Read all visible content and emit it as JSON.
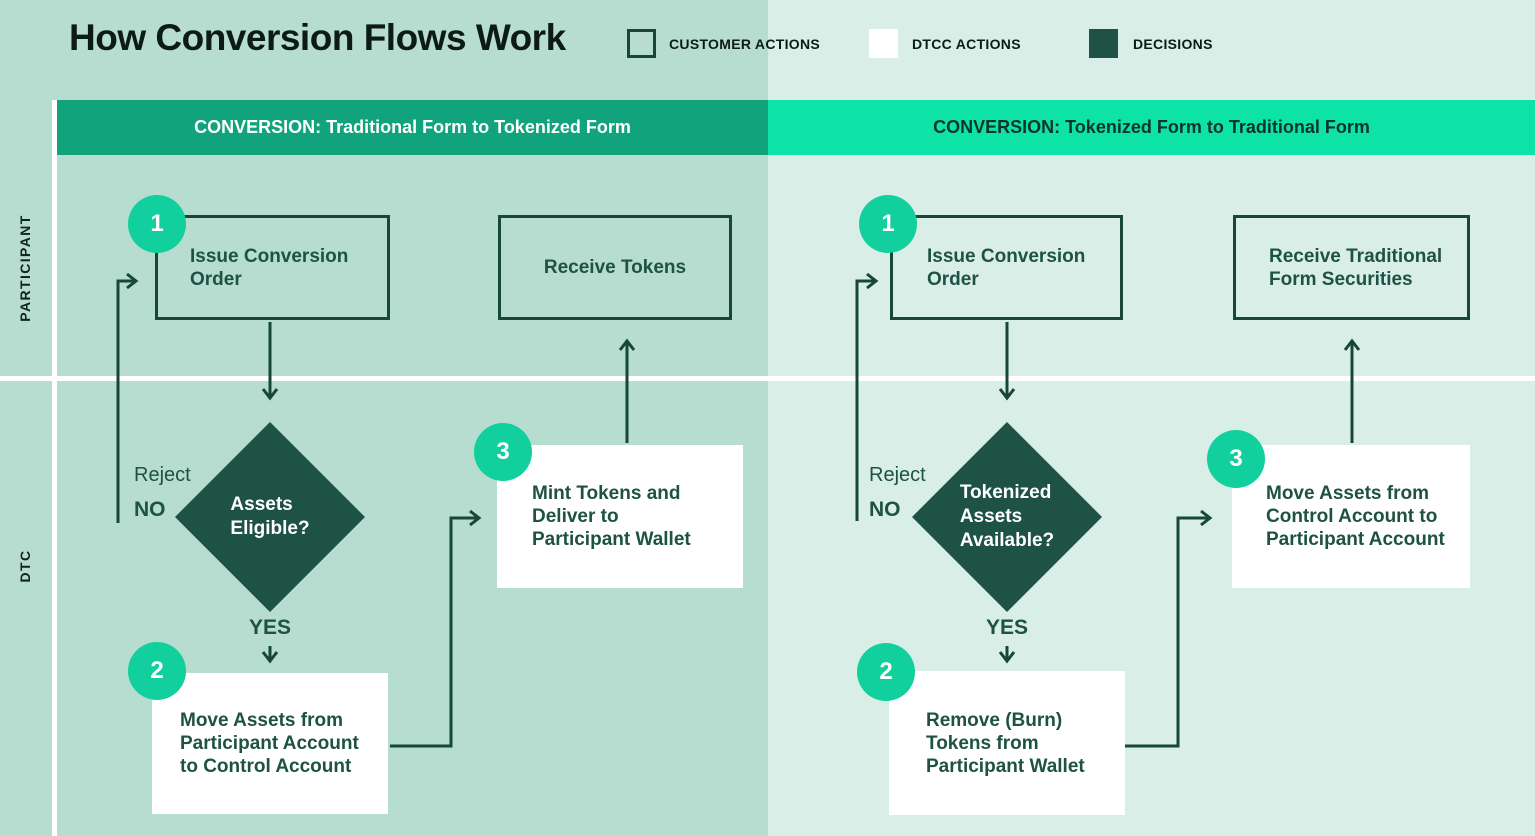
{
  "title": "How Conversion Flows Work",
  "legend": {
    "customer": {
      "label": "CUSTOMER ACTIONS"
    },
    "dtcc": {
      "label": "DTCC ACTIONS"
    },
    "decisions": {
      "label": "DECISIONS"
    }
  },
  "lanes": {
    "participant": "PARTICIPANT",
    "dtc": "DTC"
  },
  "colors": {
    "bg_left": "#b6ddd0",
    "bg_right": "#d9eee7",
    "header_left_bg": "#11a37c",
    "header_right_bg": "#0de3a6",
    "line_dark_green": "#17463a",
    "diamond_fill": "#1e5244",
    "badge_teal": "#12d09d",
    "box_white": "#ffffff"
  },
  "flows": [
    {
      "header": "CONVERSION: Traditional Form to Tokenized Form",
      "step1": {
        "num": "1",
        "label": "Issue Conversion\nOrder"
      },
      "receive": {
        "label": "Receive Tokens"
      },
      "decision": {
        "label": "Assets\nEligible?"
      },
      "reject": "Reject",
      "no": "NO",
      "yes": "YES",
      "step2": {
        "num": "2",
        "label": "Move Assets from\nParticipant Account\nto Control Account"
      },
      "step3": {
        "num": "3",
        "label": "Mint Tokens and\nDeliver to\nParticipant Wallet"
      }
    },
    {
      "header": "CONVERSION: Tokenized Form to Traditional Form",
      "step1": {
        "num": "1",
        "label": "Issue Conversion\nOrder"
      },
      "receive": {
        "label": "Receive Traditional\nForm Securities"
      },
      "decision": {
        "label": "Tokenized\nAssets\nAvailable?"
      },
      "reject": "Reject",
      "no": "NO",
      "yes": "YES",
      "step2": {
        "num": "2",
        "label": "Remove (Burn)\nTokens from\nParticipant Wallet"
      },
      "step3": {
        "num": "3",
        "label": "Move Assets from\nControl Account to\nParticipant Account"
      }
    }
  ]
}
